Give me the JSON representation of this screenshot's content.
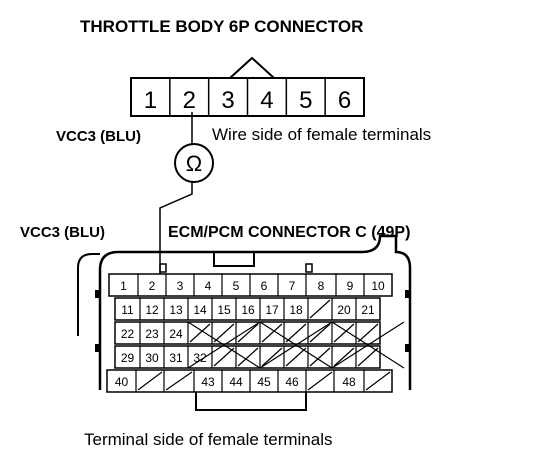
{
  "title": "THROTTLE BODY 6P CONNECTOR",
  "throttle_connector": {
    "pins": [
      "1",
      "2",
      "3",
      "4",
      "5",
      "6"
    ],
    "caption": "Wire side of female terminals"
  },
  "wire_label_top": "VCC3 (BLU)",
  "meter_symbol": "Ω",
  "wire_label_bottom": "VCC3 (BLU)",
  "ecm_title": "ECM/PCM CONNECTOR C (49P)",
  "ecm_connector": {
    "rows": [
      [
        "1",
        "2",
        "3",
        "4",
        "5",
        "6",
        "7",
        "8",
        "9",
        "10"
      ],
      [
        "11",
        "12",
        "13",
        "14",
        "15",
        "16",
        "17",
        "18",
        "",
        "20",
        "21"
      ],
      [
        "22",
        "23",
        "24",
        "",
        "",
        "",
        "",
        "",
        "",
        "",
        ""
      ],
      [
        "29",
        "30",
        "31",
        "32",
        "",
        "",
        "",
        "",
        "",
        "",
        ""
      ],
      [
        "40",
        "",
        "",
        "43",
        "44",
        "45",
        "46",
        "",
        "48",
        ""
      ]
    ],
    "caption": "Terminal side of female terminals"
  }
}
